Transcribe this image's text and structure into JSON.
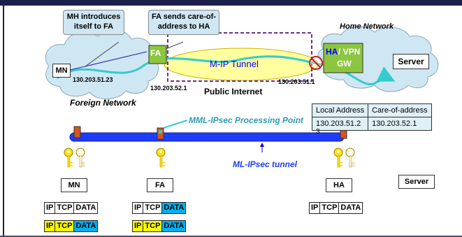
{
  "callouts": {
    "mh_intro": "MH introduces itself to FA",
    "fa_sends": "FA sends care-of-address to HA"
  },
  "clouds": {
    "home_title": "Home Network",
    "foreign_title": "Foreign Network",
    "public_internet": "Public Internet"
  },
  "nodes": {
    "mn": "MN",
    "fa": "FA",
    "ha": "HA",
    "vpn": "/ VPN",
    "gw": "GW",
    "server": "Server"
  },
  "tunnel_label": "M-IP Tunnel",
  "ips": {
    "mn": "130.203.51.23",
    "fa": "130.203.52.1",
    "ha": "130.203.51.1"
  },
  "address_table": {
    "headers": [
      "Local Address",
      "Care-of-address"
    ],
    "rows": [
      [
        "130.203.51.2",
        "130.203.52.1"
      ]
    ]
  },
  "processing_point": "MML-IPsec Processing Point",
  "ipsec_tunnel": "ML-IPsec tunnel",
  "stray_digit": "3",
  "bottom_nodes": [
    "MN",
    "FA",
    "HA",
    "Server"
  ],
  "packet_fields": [
    "IP",
    "TCP",
    "DATA"
  ],
  "colors": {
    "accent_blue": "#0000ff",
    "tunnel_yellow": "#ffffa0",
    "cloud": "#cfe6f3",
    "node_green": "#8cc63f",
    "packet_yellow": "#ffff00",
    "packet_cyan": "#00b0f0"
  }
}
